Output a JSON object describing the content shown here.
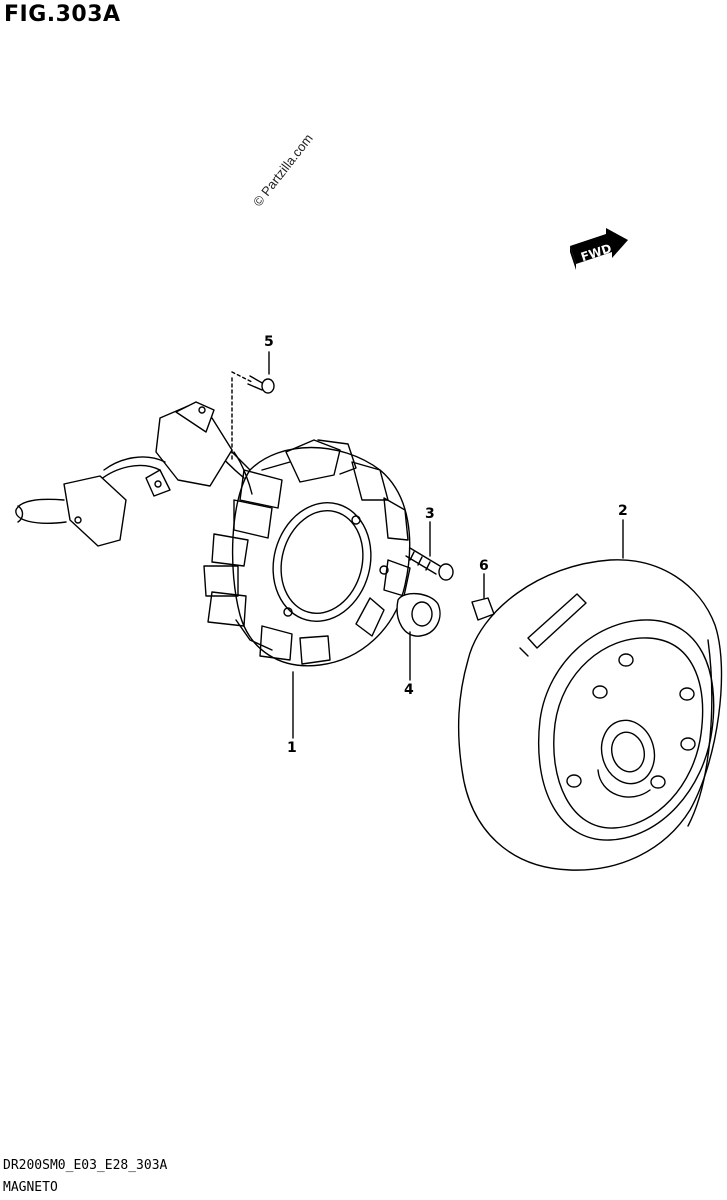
{
  "figure": {
    "title": "FIG.303A",
    "watermark": "© Partzilla.com",
    "fwd_label": "FWD"
  },
  "callouts": [
    {
      "number": "1",
      "part": "stator"
    },
    {
      "number": "2",
      "part": "rotor"
    },
    {
      "number": "3",
      "part": "screw"
    },
    {
      "number": "4",
      "part": "nut"
    },
    {
      "number": "5",
      "part": "screw"
    },
    {
      "number": "6",
      "part": "key"
    }
  ],
  "footer": {
    "code": "DR200SM0_E03_E28_303A",
    "name": "MAGNETO"
  }
}
